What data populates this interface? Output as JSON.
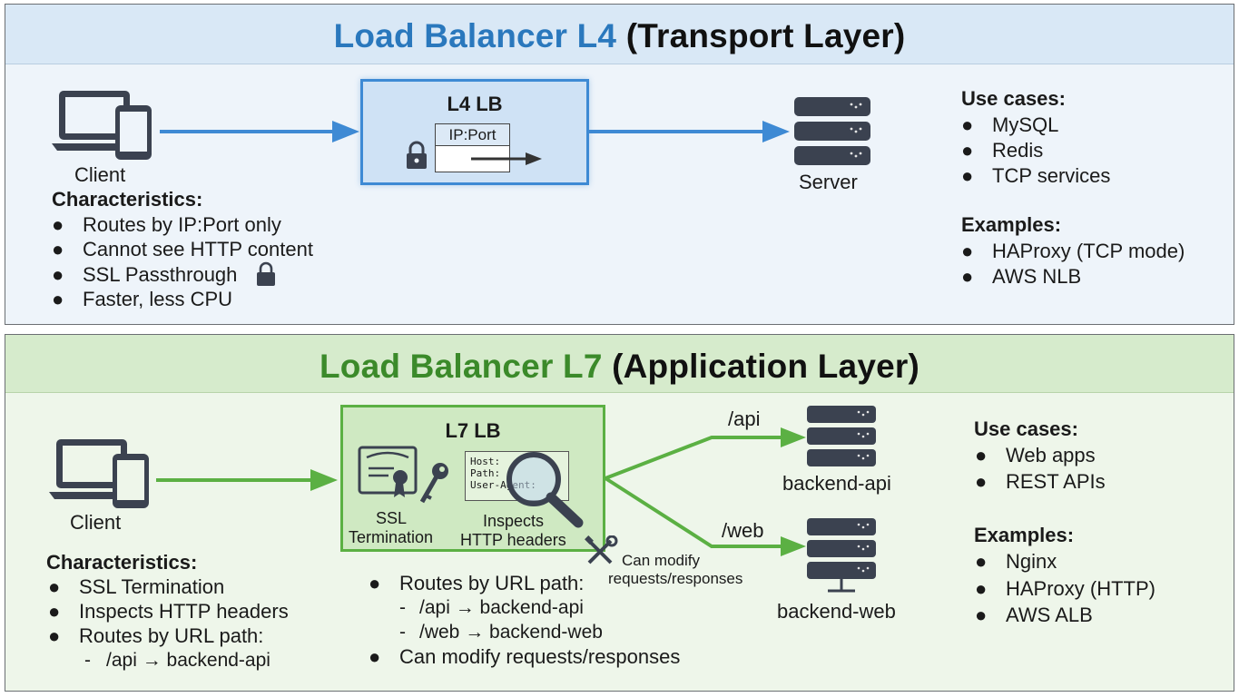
{
  "l4": {
    "title_accent": "Load Balancer L4",
    "title_rest": "(Transport Layer)",
    "client_label": "Client",
    "lb_title": "L4 LB",
    "lb_field": "IP:Port",
    "server_label": "Server",
    "characteristics_heading": "Characteristics:",
    "characteristics": [
      "Routes by IP:Port only",
      "Cannot see HTTP content",
      "SSL Passthrough",
      "Faster, less CPU"
    ],
    "use_cases_heading": "Use cases:",
    "use_cases": [
      "MySQL",
      "Redis",
      "TCP services"
    ],
    "examples_heading": "Examples:",
    "examples": [
      "HAProxy (TCP mode)",
      "AWS NLB"
    ]
  },
  "l7": {
    "title_accent": "Load Balancer L7",
    "title_rest": "(Application Layer)",
    "client_label": "Client",
    "lb_title": "L7 LB",
    "ssl_label_1": "SSL",
    "ssl_label_2": "Termination",
    "headers": [
      "Host:",
      "Path:",
      "User-Agent:"
    ],
    "inspect_label_1": "Inspects",
    "inspect_label_2": "HTTP headers",
    "modify_label_1": "Can modify",
    "modify_label_2": "requests/responses",
    "route_api": "/api",
    "route_web": "/web",
    "backend_api": "backend-api",
    "backend_web": "backend-web",
    "characteristics_heading": "Characteristics:",
    "characteristics": [
      "SSL Termination",
      "Inspects HTTP headers",
      "Routes by URL path:"
    ],
    "characteristics_sub": "/api → backend-api",
    "center_list": {
      "item1": "Routes by URL path:",
      "sub1": "/api → backend-api",
      "sub2": "/web → backend-web",
      "item2": "Can modify requests/responses"
    },
    "use_cases_heading": "Use cases:",
    "use_cases": [
      "Web apps",
      "REST APIs"
    ],
    "examples_heading": "Examples:",
    "examples": [
      "Nginx",
      "HAProxy (HTTP)",
      "AWS ALB"
    ]
  },
  "colors": {
    "l4_accent": "#2a78bd",
    "l7_accent": "#3b8a2a",
    "arrow_blue": "#3e8ad4",
    "arrow_green": "#5bb043",
    "icon_dark": "#3b4250"
  }
}
